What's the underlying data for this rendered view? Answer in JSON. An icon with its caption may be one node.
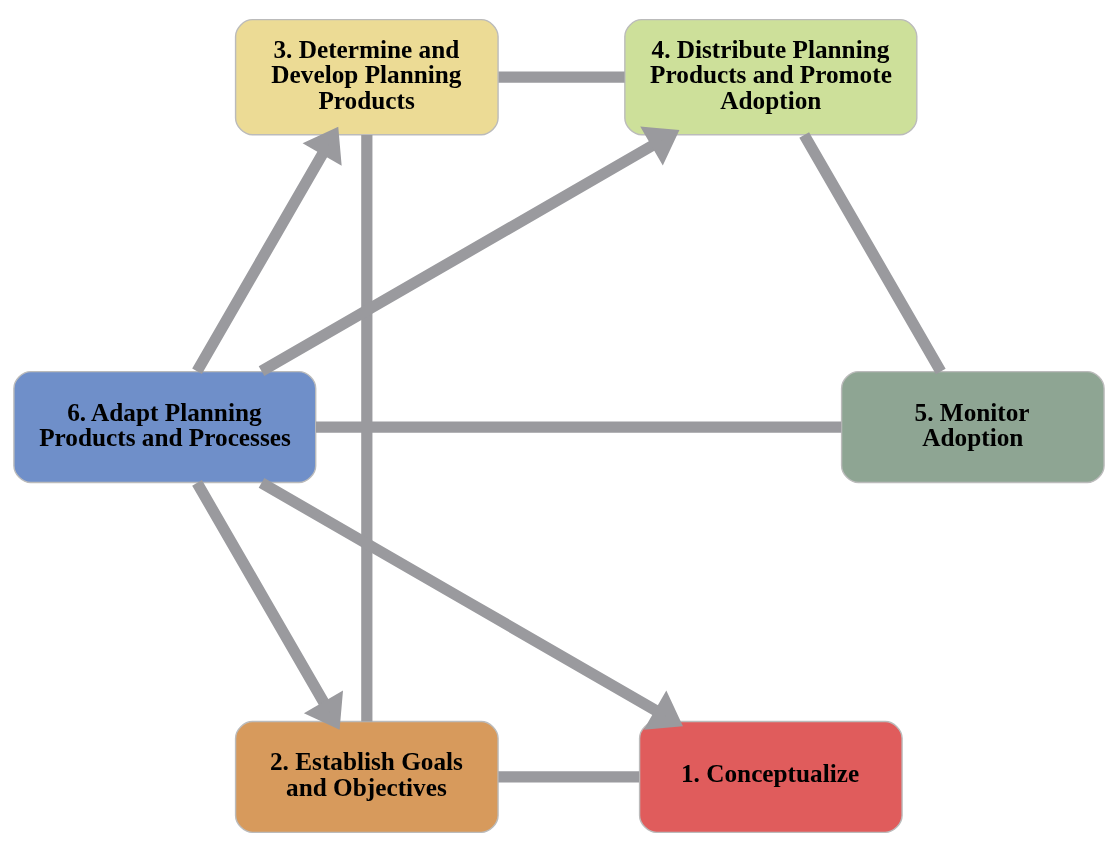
{
  "diagram": {
    "nodes": [
      {
        "text": [
          "1. Conceptualize"
        ]
      },
      {
        "text": [
          "2. Establish Goals and Objectives"
        ]
      },
      {
        "text": [
          "3. Determine and Develop Planning Products"
        ]
      },
      {
        "text": [
          "4. Distribute Planning Products and Promote Adoption"
        ]
      },
      {
        "text": [
          "5. Monitor Adoption"
        ]
      },
      {
        "text": [
          "6. Adapt Planning Products and Processes"
        ]
      }
    ],
    "edges": [
      {
        "from": 0,
        "to": 1,
        "arrow": "none"
      },
      {
        "from": 1,
        "to": 2,
        "arrow": "none"
      },
      {
        "from": 2,
        "to": 3,
        "arrow": "none"
      },
      {
        "from": 3,
        "to": 4,
        "arrow": "none"
      },
      {
        "from": 4,
        "to": 5,
        "arrow": "none"
      },
      {
        "from": 5,
        "to": 0,
        "arrow": "to"
      },
      {
        "from": 5,
        "to": 1,
        "arrow": "to"
      },
      {
        "from": 5,
        "to": 2,
        "arrow": "to"
      },
      {
        "from": 5,
        "to": 3,
        "arrow": "to"
      }
    ]
  }
}
